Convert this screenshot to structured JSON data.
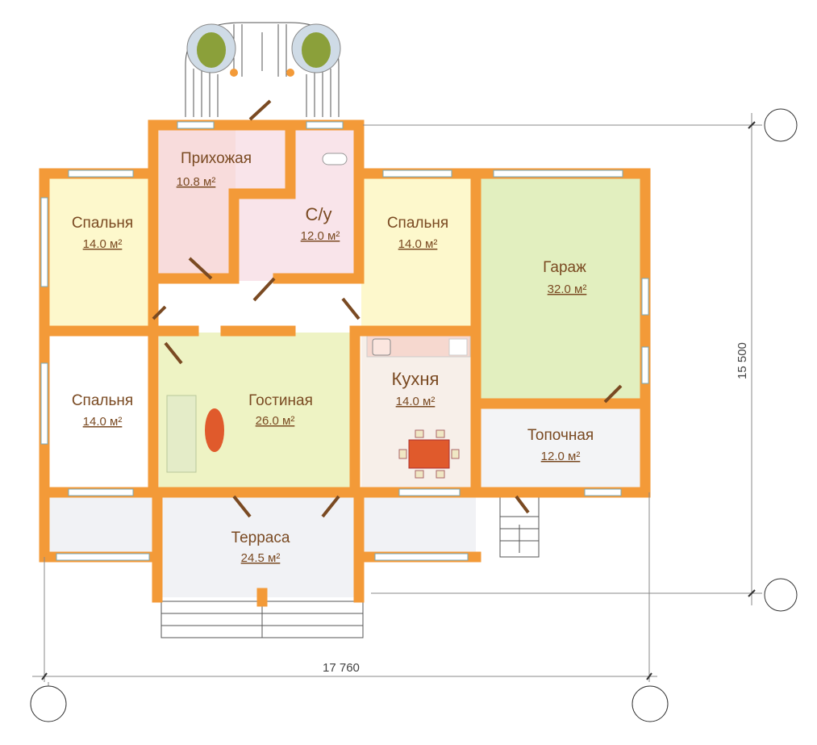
{
  "title": "Floor plan",
  "rooms": {
    "hall": {
      "name": "Прихожая",
      "area": "10.8 м²"
    },
    "bathroom": {
      "name": "С/у",
      "area": "12.0 м²"
    },
    "bedroom1": {
      "name": "Спальня",
      "area": "14.0 м²"
    },
    "bedroom2": {
      "name": "Спальня",
      "area": "14.0 м²"
    },
    "bedroom3": {
      "name": "Спальня",
      "area": "14.0 м²"
    },
    "garage": {
      "name": "Гараж",
      "area": "32.0 м²"
    },
    "living": {
      "name": "Гостиная",
      "area": "26.0 м²"
    },
    "kitchen": {
      "name": "Кухня",
      "area": "14.0 м²"
    },
    "boiler": {
      "name": "Топочная",
      "area": "12.0 м²"
    },
    "terrace": {
      "name": "Терраса",
      "area": "24.5 м²"
    }
  },
  "dimensions": {
    "width": "17 760",
    "height": "15 500"
  },
  "colors": {
    "wall": "#f39a38",
    "garage": "#e4f0c4",
    "bedroom": "#fdf8d2",
    "hall": "#f8dede",
    "living": "#eef3c8"
  }
}
